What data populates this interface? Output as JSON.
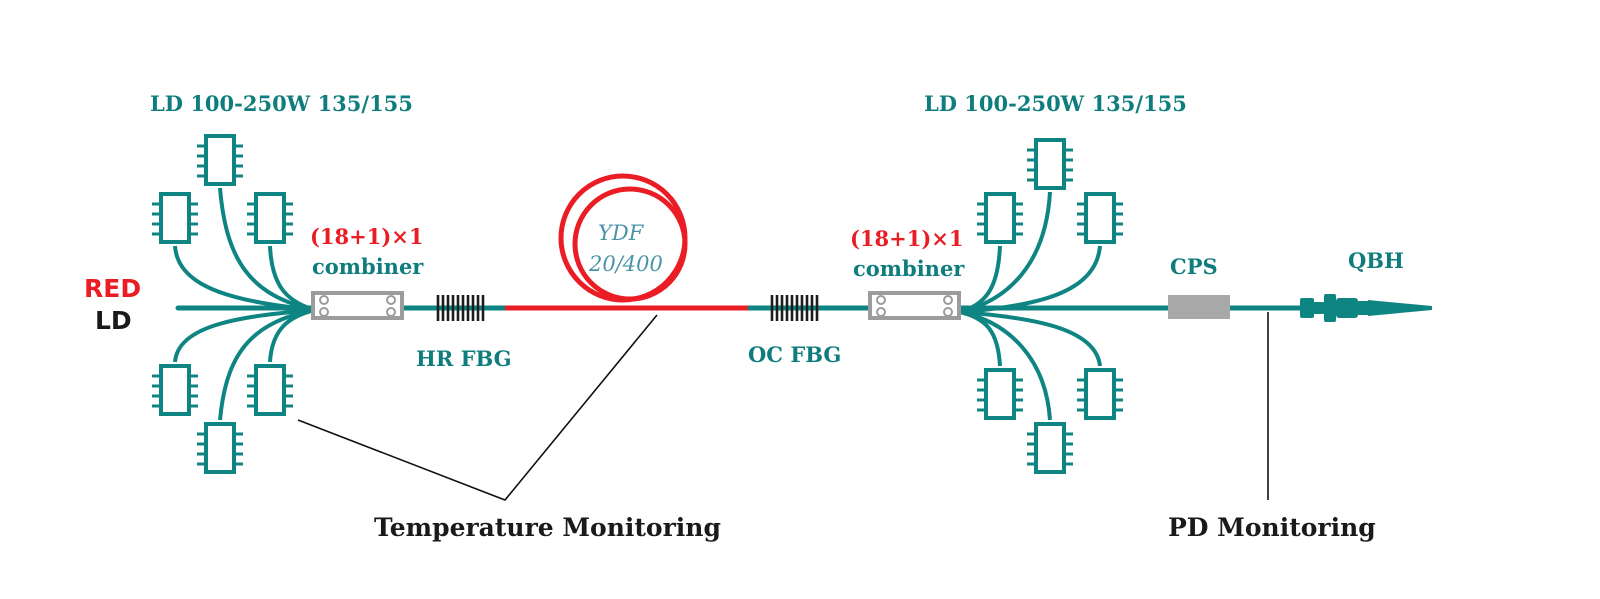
{
  "labels": {
    "ld_left": "LD 100-250W 135/155",
    "ld_right": "LD 100-250W 135/155",
    "red": "RED",
    "ld": "LD",
    "combiner_left_ratio": "(18+1)×1",
    "combiner_left_name": "combiner",
    "combiner_right_ratio": "(18+1)×1",
    "combiner_right_name": "combiner",
    "ydf_name": "YDF",
    "ydf_spec": "20/400",
    "hr_fbg": "HR FBG",
    "oc_fbg": "OC FBG",
    "cps": "CPS",
    "qbh": "QBH",
    "temperature_monitoring": "Temperature Monitoring",
    "pd_monitoring": "PD Monitoring"
  },
  "colors": {
    "teal": "#0f8583",
    "teal_text": "#0f7d7d",
    "red": "#ea1d25",
    "gray": "#9c9c9c",
    "black": "#111111"
  }
}
